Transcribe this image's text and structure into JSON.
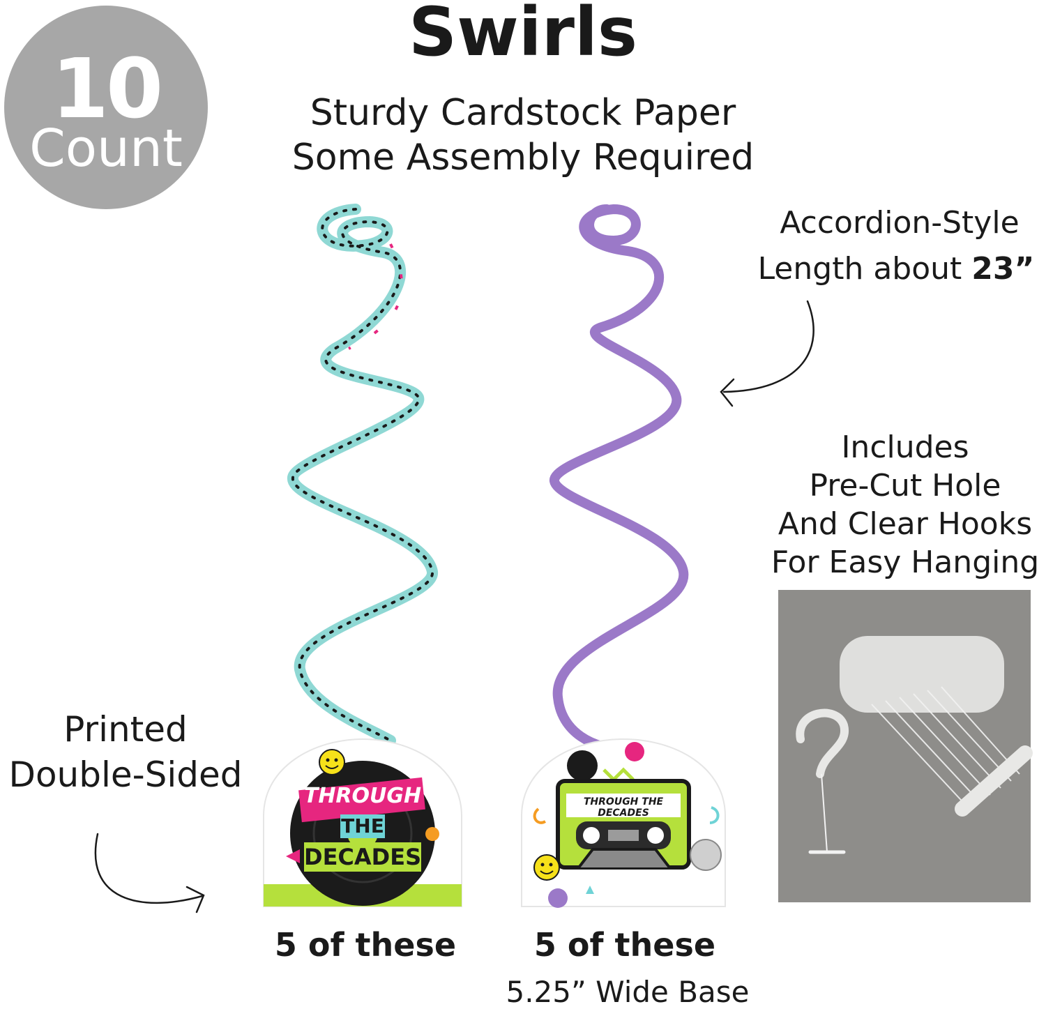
{
  "badge": {
    "number": "10",
    "word": "Count"
  },
  "title": "Swirls",
  "subtitle": {
    "line1": "Sturdy Cardstock Paper",
    "line2": "Some Assembly Required"
  },
  "length_note": {
    "line1": "Accordion-Style",
    "line2_prefix": "Length about ",
    "line2_value": "23”"
  },
  "hooks_note": {
    "line1": "Includes",
    "line2": "Pre-Cut Hole",
    "line3": "And Clear Hooks",
    "line4": "For Easy Hanging"
  },
  "printed_note": {
    "line1": "Printed",
    "line2": "Double-Sided"
  },
  "left_item": {
    "count_label": "5 of these",
    "card_text": {
      "line1": "THROUGH",
      "line2": "THE",
      "line3": "DECADES"
    }
  },
  "right_item": {
    "count_label": "5 of these",
    "card_text": {
      "line1": "THROUGH THE DECADES"
    },
    "base_note": "5.25” Wide Base"
  },
  "colors": {
    "badge": "#a7a7a7",
    "left_swirl": "#8fd8d4",
    "right_swirl": "#9b79c8",
    "lime": "#b5e03c",
    "magenta": "#e6267f",
    "photo_bg": "#8e8d8a"
  },
  "icons": [
    "curved-arrow-left-icon",
    "curved-arrow-right-icon",
    "smiley-icon",
    "vinyl-record-icon",
    "cassette-tape-icon",
    "flower-icon",
    "disco-ball-icon"
  ]
}
